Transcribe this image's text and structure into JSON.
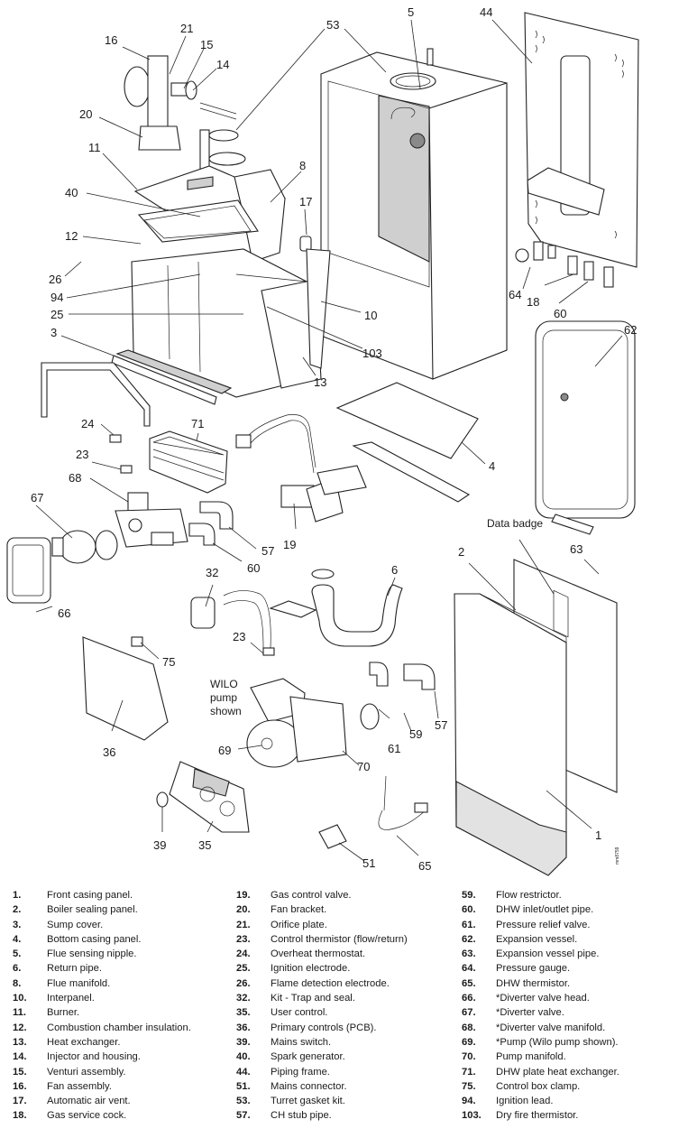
{
  "diagram": {
    "callouts": [
      "1",
      "2",
      "3",
      "4",
      "5",
      "6",
      "8",
      "10",
      "11",
      "12",
      "13",
      "14",
      "15",
      "16",
      "17",
      "18",
      "19",
      "20",
      "21",
      "23",
      "23",
      "24",
      "25",
      "26",
      "32",
      "35",
      "36",
      "39",
      "40",
      "44",
      "51",
      "53",
      "57",
      "57",
      "59",
      "60",
      "60",
      "61",
      "62",
      "63",
      "64",
      "65",
      "66",
      "67",
      "68",
      "69",
      "70",
      "71",
      "75",
      "94",
      "103"
    ],
    "annotations": {
      "data_badge": "Data badge",
      "wilo_line1": "WILO",
      "wilo_line2": "pump",
      "wilo_line3": "shown",
      "drawing_code": "mm8759"
    }
  },
  "parts_list": {
    "columns": [
      [
        {
          "num": "1.",
          "desc": "Front casing panel."
        },
        {
          "num": "2.",
          "desc": "Boiler sealing panel."
        },
        {
          "num": "3.",
          "desc": "Sump cover."
        },
        {
          "num": "4.",
          "desc": "Bottom casing panel."
        },
        {
          "num": "5.",
          "desc": "Flue sensing nipple."
        },
        {
          "num": "6.",
          "desc": "Return pipe."
        },
        {
          "num": "8.",
          "desc": "Flue manifold."
        },
        {
          "num": "10.",
          "desc": "Interpanel."
        },
        {
          "num": "11.",
          "desc": "Burner."
        },
        {
          "num": "12.",
          "desc": "Combustion chamber insulation."
        },
        {
          "num": "13.",
          "desc": "Heat exchanger."
        },
        {
          "num": "14.",
          "desc": "Injector and housing."
        },
        {
          "num": "15.",
          "desc": "Venturi assembly."
        },
        {
          "num": "16.",
          "desc": "Fan assembly."
        },
        {
          "num": "17.",
          "desc": "Automatic air vent."
        },
        {
          "num": "18.",
          "desc": "Gas service cock."
        }
      ],
      [
        {
          "num": "19.",
          "desc": "Gas control valve."
        },
        {
          "num": "20.",
          "desc": "Fan bracket."
        },
        {
          "num": "21.",
          "desc": "Orifice plate."
        },
        {
          "num": "23.",
          "desc": "Control thermistor (flow/return)"
        },
        {
          "num": "24.",
          "desc": "Overheat thermostat."
        },
        {
          "num": "25.",
          "desc": "Ignition electrode."
        },
        {
          "num": "26.",
          "desc": "Flame detection electrode."
        },
        {
          "num": "32.",
          "desc": "Kit - Trap and seal."
        },
        {
          "num": "35.",
          "desc": "User control."
        },
        {
          "num": "36.",
          "desc": "Primary controls (PCB)."
        },
        {
          "num": "39.",
          "desc": "Mains switch."
        },
        {
          "num": "40.",
          "desc": "Spark generator."
        },
        {
          "num": "44.",
          "desc": "Piping frame."
        },
        {
          "num": "51.",
          "desc": "Mains connector."
        },
        {
          "num": "53.",
          "desc": "Turret gasket kit."
        },
        {
          "num": "57.",
          "desc": "CH stub pipe."
        }
      ],
      [
        {
          "num": "59.",
          "desc": "Flow restrictor."
        },
        {
          "num": "60.",
          "desc": "DHW inlet/outlet pipe."
        },
        {
          "num": "61.",
          "desc": "Pressure relief valve."
        },
        {
          "num": "62.",
          "desc": "Expansion vessel."
        },
        {
          "num": "63.",
          "desc": "Expansion vessel pipe."
        },
        {
          "num": "64.",
          "desc": "Pressure gauge."
        },
        {
          "num": "65.",
          "desc": "DHW thermistor."
        },
        {
          "num": "66.",
          "desc": "*Diverter valve head."
        },
        {
          "num": "67.",
          "desc": "*Diverter valve."
        },
        {
          "num": "68.",
          "desc": "*Diverter valve manifold."
        },
        {
          "num": "69.",
          "desc": "*Pump (Wilo pump shown)."
        },
        {
          "num": "70.",
          "desc": "Pump manifold."
        },
        {
          "num": "71.",
          "desc": "DHW plate heat exchanger."
        },
        {
          "num": "75.",
          "desc": "Control box clamp."
        },
        {
          "num": "94.",
          "desc": "Ignition lead."
        },
        {
          "num": "103.",
          "desc": "Dry fire thermistor."
        }
      ]
    ]
  }
}
